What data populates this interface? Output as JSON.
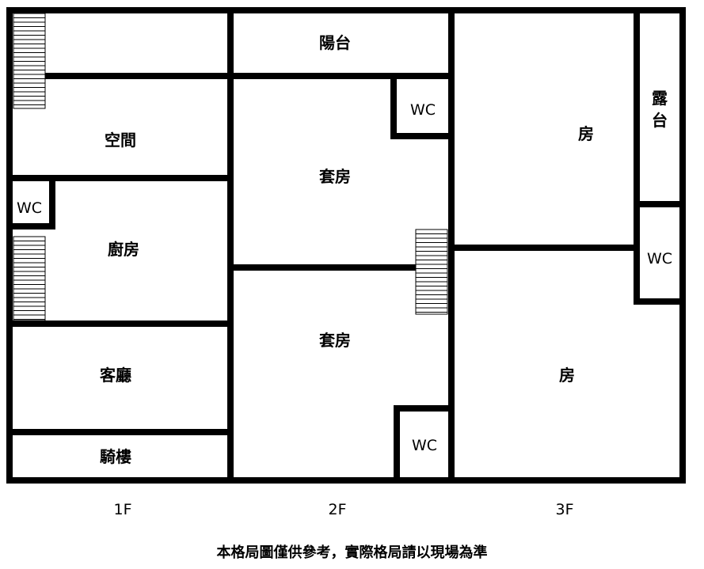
{
  "rooms": {
    "f1_space": "空間",
    "f1_wc": "WC",
    "f1_kitchen": "廚房",
    "f1_living": "客廳",
    "f1_arcade": "騎樓",
    "f2_balcony": "陽台",
    "f2_wc_top": "WC",
    "f2_suite_top": "套房",
    "f2_suite_bottom": "套房",
    "f2_wc_bottom": "WC",
    "f3_terrace_line1": "露",
    "f3_terrace_line2": "台",
    "f3_room_top": "房",
    "f3_wc": "WC",
    "f3_room_bottom": "房"
  },
  "floors": [
    "1F",
    "2F",
    "3F"
  ],
  "disclaimer": "本格局圖僅供參考，實際格局請以現場為準"
}
